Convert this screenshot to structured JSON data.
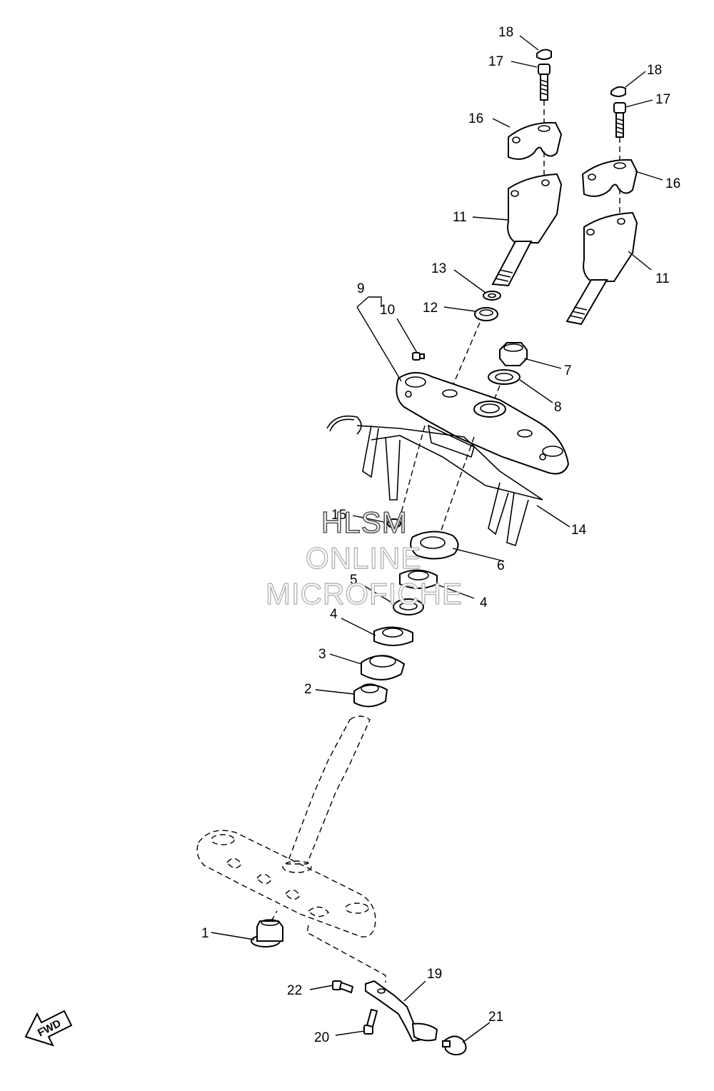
{
  "watermark": {
    "line1": "HLSM",
    "line2": "ONLINE",
    "line3": "MICROFICHE"
  },
  "fwd_label": "FWD",
  "callouts": [
    "1",
    "2",
    "3",
    "4",
    "4",
    "5",
    "6",
    "7",
    "8",
    "9",
    "10",
    "11",
    "11",
    "12",
    "13",
    "14",
    "15",
    "16",
    "16",
    "17",
    "17",
    "18",
    "18",
    "19",
    "20",
    "21",
    "22"
  ]
}
